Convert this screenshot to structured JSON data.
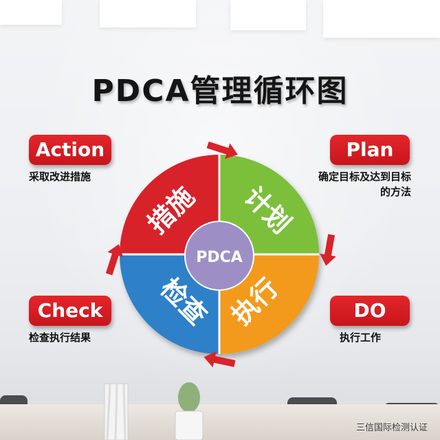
{
  "title": "PDCA管理循环图",
  "center_label": "PDCA",
  "quadrants": {
    "act": {
      "text": "措施",
      "color": "#d8232a"
    },
    "plan": {
      "text": "计划",
      "color": "#7cbf3a"
    },
    "do": {
      "text": "执行",
      "color": "#f39a1e"
    },
    "check": {
      "text": "检查",
      "color": "#2f80c8"
    }
  },
  "center_color": "#9d8fc6",
  "labels": {
    "action": {
      "title": "Action",
      "desc": "采取改进措施"
    },
    "plan": {
      "title": "Plan",
      "desc_line1": "确定目标及达到目标",
      "desc_line2": "的方法"
    },
    "check": {
      "title": "Check",
      "desc": "检查执行结果"
    },
    "do": {
      "title": "DO",
      "desc": "执行工作"
    }
  },
  "arrow_color": "#d8232a",
  "watermark": "三信国际检测认证"
}
